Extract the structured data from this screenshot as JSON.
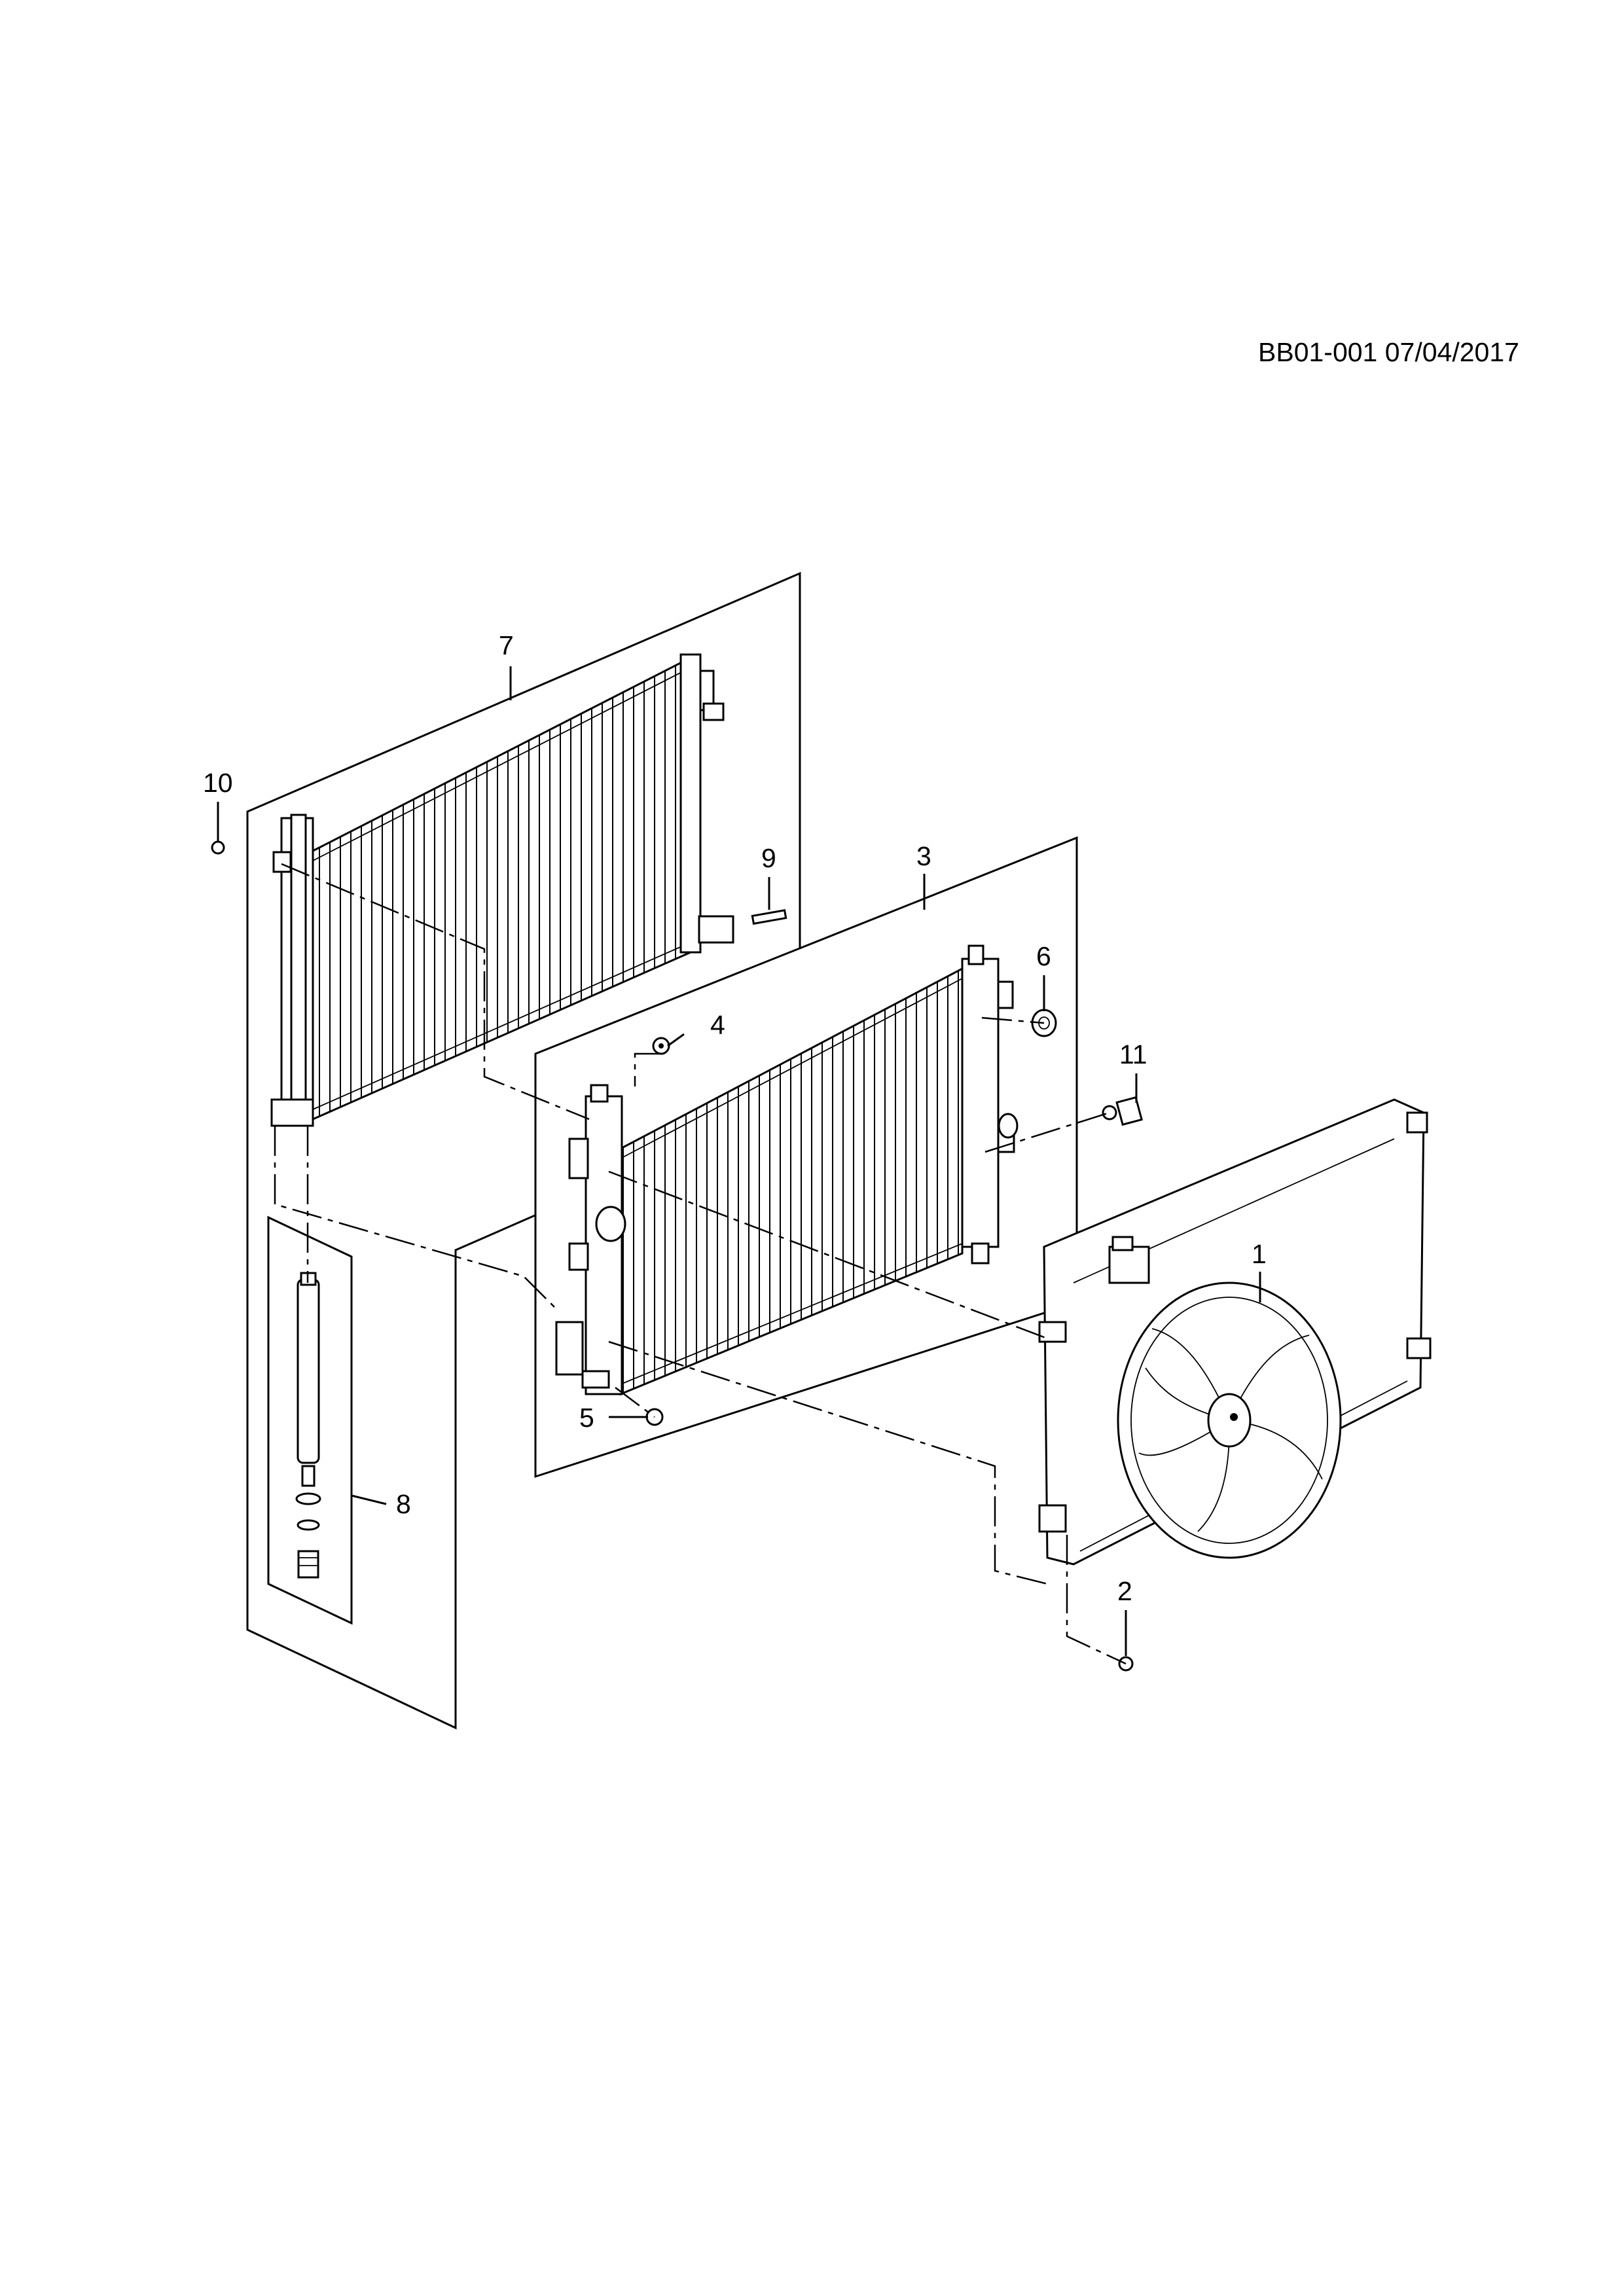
{
  "diagram_ref": "BB01-001 07/04/2017",
  "callouts": [
    {
      "id": "c1",
      "label": "1"
    },
    {
      "id": "c2",
      "label": "2"
    },
    {
      "id": "c3",
      "label": "3"
    },
    {
      "id": "c4",
      "label": "4"
    },
    {
      "id": "c5",
      "label": "5"
    },
    {
      "id": "c6",
      "label": "6"
    },
    {
      "id": "c7",
      "label": "7"
    },
    {
      "id": "c8",
      "label": "8"
    },
    {
      "id": "c9",
      "label": "9"
    },
    {
      "id": "c10",
      "label": "10"
    },
    {
      "id": "c11",
      "label": "11"
    }
  ]
}
